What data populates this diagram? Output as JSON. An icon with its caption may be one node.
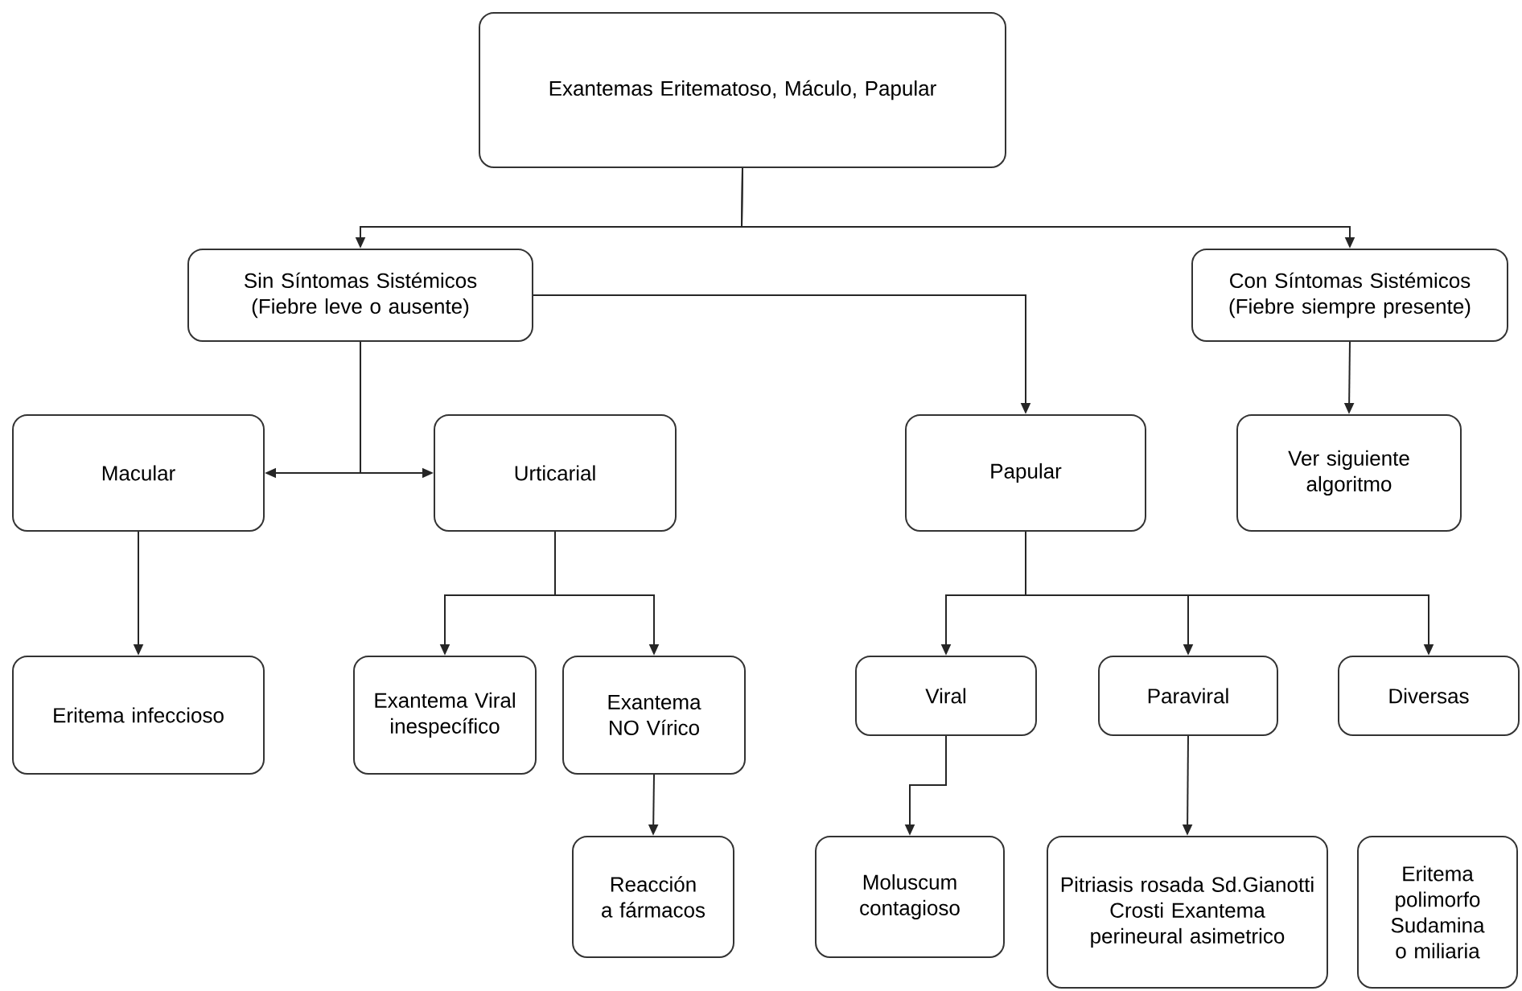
{
  "diagram": {
    "nodes": [
      {
        "text": [
          "Exantemas Eritematoso, Máculo, Papular"
        ]
      },
      {
        "text": [
          "Sin Síntomas Sistémicos (Fiebre leve o ausente)"
        ]
      },
      {
        "text": [
          "Con Síntomas Sistémicos (Fiebre siempre presente)"
        ]
      },
      {
        "text": [
          "Macular"
        ]
      },
      {
        "text": [
          "Urticarial"
        ]
      },
      {
        "text": [
          "Papular"
        ]
      },
      {
        "text": [
          "Ver siguiente algoritmo"
        ]
      },
      {
        "text": [
          "Eritema infeccioso"
        ]
      },
      {
        "text": [
          "Exantema Viral inespecífico"
        ]
      },
      {
        "text": [
          "Exantema NO Vírico"
        ]
      },
      {
        "text": [
          "Viral"
        ]
      },
      {
        "text": [
          "Paraviral"
        ]
      },
      {
        "text": [
          "Diversas"
        ]
      },
      {
        "text": [
          "Reacción a fármacos"
        ]
      },
      {
        "text": [
          "Moluscum contagioso"
        ]
      },
      {
        "text": [
          "Pitriasis rosada Sd.Gianotti Crosti Exantema perineural asimetrico"
        ]
      },
      {
        "text": [
          "Eritema polimorfo Sudamina o miliaria"
        ]
      }
    ],
    "edges": [
      {
        "from": 0,
        "to": 1,
        "arrow": "to"
      },
      {
        "from": 0,
        "to": 2,
        "arrow": "to"
      },
      {
        "from": 1,
        "to": 3,
        "arrow": "to"
      },
      {
        "from": 1,
        "to": 4,
        "arrow": "to"
      },
      {
        "from": 1,
        "to": 5,
        "arrow": "to"
      },
      {
        "from": 2,
        "to": 6,
        "arrow": "to"
      },
      {
        "from": 3,
        "to": 7,
        "arrow": "to"
      },
      {
        "from": 4,
        "to": 8,
        "arrow": "to"
      },
      {
        "from": 4,
        "to": 9,
        "arrow": "to"
      },
      {
        "from": 9,
        "to": 13,
        "arrow": "to"
      },
      {
        "from": 5,
        "to": 10,
        "arrow": "to"
      },
      {
        "from": 5,
        "to": 11,
        "arrow": "to"
      },
      {
        "from": 5,
        "to": 12,
        "arrow": "to"
      },
      {
        "from": 10,
        "to": 14,
        "arrow": "to"
      },
      {
        "from": 11,
        "to": 15,
        "arrow": "to"
      }
    ]
  }
}
